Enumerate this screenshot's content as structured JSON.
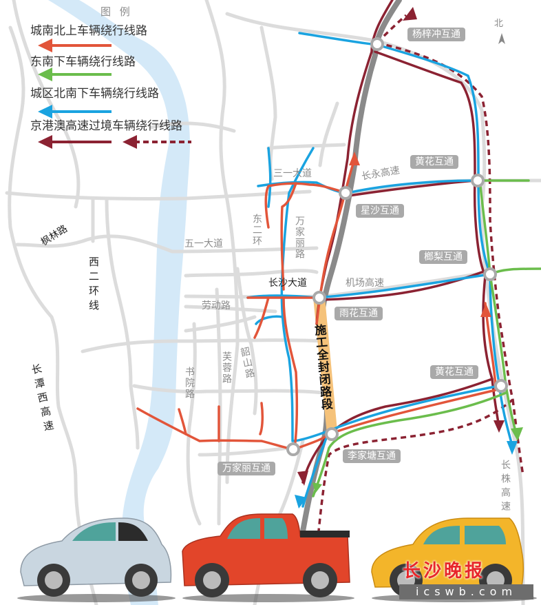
{
  "legend": {
    "title": "图 例",
    "items": [
      {
        "label": "城南北上车辆绕行线路",
        "color": "#e2553a",
        "style": "solid"
      },
      {
        "label": "东南下车辆绕行线路",
        "color": "#6bbd4c",
        "style": "solid"
      },
      {
        "label": "城区北南下车辆绕行线路",
        "color": "#1aa3e0",
        "style": "solid"
      },
      {
        "label": "京港澳高速过境车辆绕行线路",
        "color": "#8b2232",
        "style": "solid+dashed"
      }
    ]
  },
  "compass": {
    "label": "北",
    "icon": "north-arrow-icon"
  },
  "roads": {
    "fenglin": "枫林路",
    "xi_erhuan": "西二环线",
    "changtan_west": "长潭西高速",
    "wuyi": "五一大道",
    "laodong": "劳动路",
    "shuyuan": "书院路",
    "furong": "芙蓉路",
    "shaoshan": "韶山路",
    "dong_erhuan": "东二环",
    "wanjiali": "万家丽路",
    "sanyi": "三一大道",
    "changsha_avenue": "长沙大道",
    "changyong": "长永高速",
    "airport": "机场高速",
    "changzhu": "长株高速"
  },
  "interchanges": {
    "yangzichong": "杨梓冲互通",
    "huanghua_north": "黄花互通",
    "xingsha": "星沙互通",
    "lili": "榔梨互通",
    "yuhua": "雨花互通",
    "huanghua_south": "黄花互通",
    "lijiatang": "李家塘互通",
    "wanjiali": "万家丽互通"
  },
  "closure": {
    "label": "施工全封闭路段",
    "color": "#f5c27a"
  },
  "colors": {
    "road": "#dcdcdc",
    "river": "#d4e9f8",
    "highway": "#8a8a8a",
    "orange": "#e2553a",
    "green": "#6bbd4c",
    "blue": "#1aa3e0",
    "maroon": "#8b2232"
  },
  "watermark": {
    "brand": "长沙晚报",
    "url": "icswb.com"
  }
}
